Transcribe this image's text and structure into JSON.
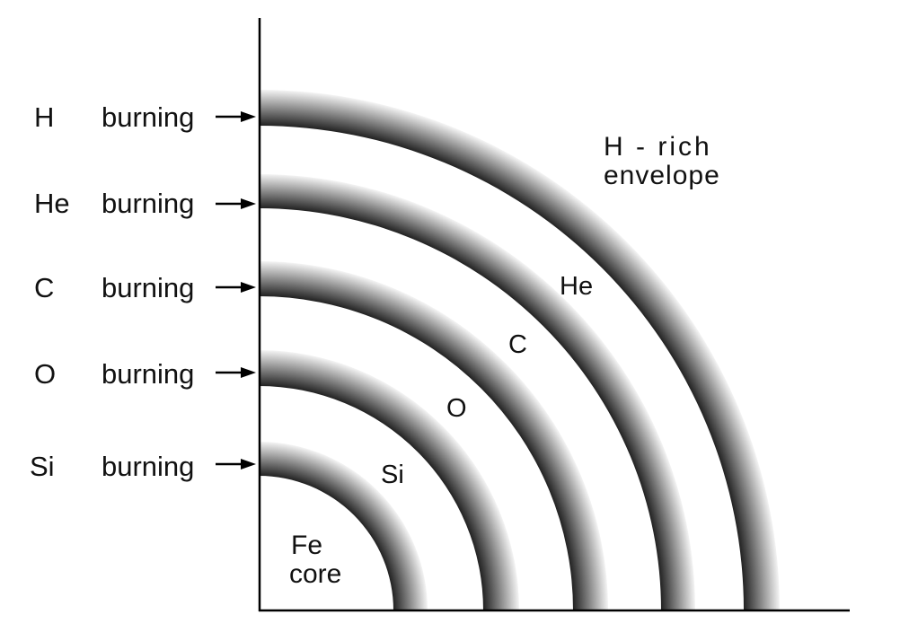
{
  "diagram": {
    "burning_rows": [
      {
        "element": "H",
        "word": "burning"
      },
      {
        "element": "He",
        "word": "burning"
      },
      {
        "element": "C",
        "word": "burning"
      },
      {
        "element": "O",
        "word": "burning"
      },
      {
        "element": "Si",
        "word": "burning"
      }
    ],
    "layers": {
      "envelope": {
        "line1": "H - rich",
        "line2": "envelope"
      },
      "he": "He",
      "c": "C",
      "o": "O",
      "si": "Si",
      "core": {
        "line1": "Fe",
        "line2": "core"
      }
    },
    "colors": {
      "shell_dark": "#222222",
      "shell_light": "#f4f4f4",
      "axis": "#000000",
      "text": "#111111"
    }
  }
}
